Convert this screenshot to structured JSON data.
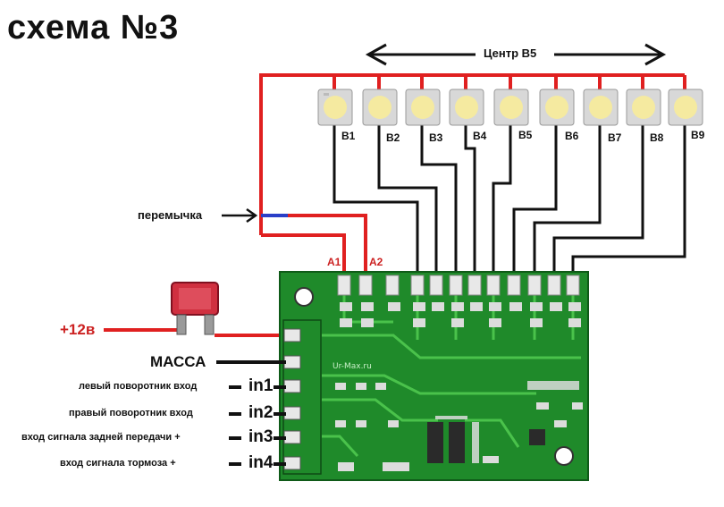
{
  "title": "схема №3",
  "center_label": "Центр В5",
  "leds": [
    "В1",
    "В2",
    "В3",
    "В4",
    "В5",
    "В6",
    "В7",
    "В8",
    "В9"
  ],
  "jumper_label": "перемычка",
  "pads": {
    "a1": "A1",
    "a2": "A2"
  },
  "plus12": "+12в",
  "ground": "МАССА",
  "inputs": [
    {
      "desc": "левый поворотник вход",
      "pin": "in1"
    },
    {
      "desc": "правый поворотник вход",
      "pin": "in2"
    },
    {
      "desc": "вход сигнала задней передачи +",
      "pin": "in3"
    },
    {
      "desc": "вход сигнала тормоза +",
      "pin": "in4"
    }
  ],
  "board_text": "Ur-Max.ru",
  "colors": {
    "wire_red": "#e02020",
    "wire_black": "#111111",
    "jumper": "#2a3fc8",
    "pcb": "#1f8a2a",
    "pcb_trace": "#4fc94f"
  }
}
